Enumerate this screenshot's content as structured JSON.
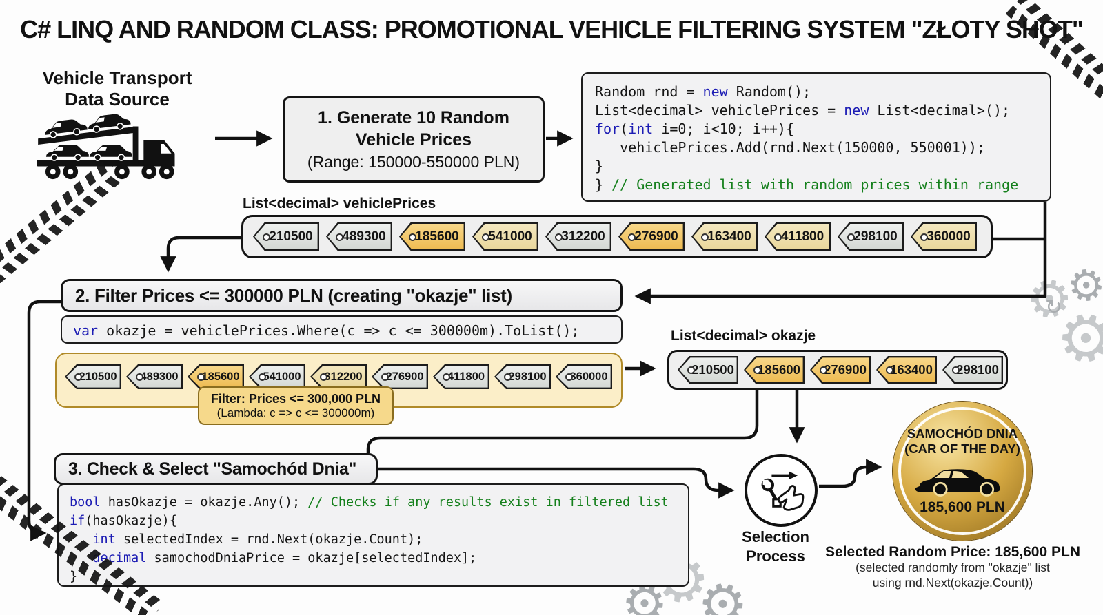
{
  "title": "C# LINQ AND RANDOM CLASS: PROMOTIONAL VEHICLE FILTERING SYSTEM \"ZŁOTY SHOT\"",
  "colors": {
    "panel_gray": "#efefef",
    "keyword_blue": "#1c1cb4",
    "comment_green": "#15801c",
    "tag_silver": "#d4d8d4",
    "tag_gold": "#eebb52",
    "tag_tan": "#e9d79c",
    "filter_bg": "#f6d98b",
    "filter_panel_bg": "#fbeec8",
    "badge_gold_light": "#f8e5a4",
    "badge_gold_mid": "#d6a942",
    "badge_gold_dark": "#8d681b"
  },
  "source": {
    "line1": "Vehicle Transport",
    "line2": "Data Source"
  },
  "step1": {
    "line1": "1. Generate 10 Random",
    "line2": "Vehicle Prices",
    "line3": "(Range: 150000-550000 PLN)"
  },
  "code1": {
    "lines": [
      [
        {
          "t": "Random rnd = ",
          "c": "p"
        },
        {
          "t": "new",
          "c": "k"
        },
        {
          "t": " Random();",
          "c": "p"
        }
      ],
      [
        {
          "t": "List<decimal> vehiclePrices = ",
          "c": "p"
        },
        {
          "t": "new",
          "c": "k"
        },
        {
          "t": " List<decimal>();",
          "c": "p"
        }
      ],
      [
        {
          "t": "for",
          "c": "k"
        },
        {
          "t": "(",
          "c": "p"
        },
        {
          "t": "int",
          "c": "k"
        },
        {
          "t": " i=0; i<10; i++){",
          "c": "p"
        }
      ],
      [
        {
          "t": "   vehiclePrices.Add(rnd.Next(150000, 550001));",
          "c": "p"
        }
      ],
      [
        {
          "t": "}",
          "c": "p"
        }
      ],
      [
        {
          "t": "} ",
          "c": "p"
        },
        {
          "t": "// Generated list with random prices within range",
          "c": "c"
        }
      ]
    ]
  },
  "vehicle_prices": {
    "label": "List<decimal> vehiclePrices",
    "tags": [
      {
        "value": "210500",
        "color": "silver"
      },
      {
        "value": "489300",
        "color": "silver"
      },
      {
        "value": "185600",
        "color": "gold"
      },
      {
        "value": "541000",
        "color": "tan"
      },
      {
        "value": "312200",
        "color": "silver"
      },
      {
        "value": "276900",
        "color": "gold"
      },
      {
        "value": "163400",
        "color": "tan"
      },
      {
        "value": "411800",
        "color": "tan"
      },
      {
        "value": "298100",
        "color": "silver"
      },
      {
        "value": "360000",
        "color": "tan"
      }
    ]
  },
  "step2": {
    "title": "2. Filter Prices <= 300000 PLN (creating \"okazje\" list)"
  },
  "code2": {
    "lines": [
      [
        {
          "t": "var",
          "c": "k"
        },
        {
          "t": " okazje = vehiclePrices.Where(c => c <= 300000m).ToList();",
          "c": "p"
        }
      ]
    ]
  },
  "filtered_row": {
    "tags": [
      {
        "value": "210500",
        "color": "silver"
      },
      {
        "value": "489300",
        "color": "silver"
      },
      {
        "value": "185600",
        "color": "gold"
      },
      {
        "value": "541000",
        "color": "silver"
      },
      {
        "value": "312200",
        "color": "tan"
      },
      {
        "value": "276900",
        "color": "silver"
      },
      {
        "value": "411800",
        "color": "silver"
      },
      {
        "value": "298100",
        "color": "silver"
      },
      {
        "value": "360000",
        "color": "silver"
      }
    ]
  },
  "filter_note": {
    "line1": "Filter: Prices <= 300,000 PLN",
    "line2": "(Lambda: c => c <= 300000m)"
  },
  "okazje": {
    "label": "List<decimal> okazje",
    "tags": [
      {
        "value": "210500",
        "color": "silver"
      },
      {
        "value": "185600",
        "color": "gold"
      },
      {
        "value": "276900",
        "color": "gold"
      },
      {
        "value": "163400",
        "color": "gold"
      },
      {
        "value": "298100",
        "color": "silver"
      }
    ]
  },
  "step3": {
    "title": "3. Check & Select \"Samochód Dnia\""
  },
  "code3": {
    "lines": [
      [
        {
          "t": "bool",
          "c": "k"
        },
        {
          "t": " hasOkazje = okazje.Any(); ",
          "c": "p"
        },
        {
          "t": "// Checks if any results exist in filtered list",
          "c": "c"
        }
      ],
      [
        {
          "t": "if",
          "c": "k"
        },
        {
          "t": "(hasOkazje){",
          "c": "p"
        }
      ],
      [
        {
          "t": "   ",
          "c": "p"
        },
        {
          "t": "int",
          "c": "k"
        },
        {
          "t": " selectedIndex = rnd.Next(okazje.Count);",
          "c": "p"
        }
      ],
      [
        {
          "t": "   ",
          "c": "p"
        },
        {
          "t": "decimal",
          "c": "k"
        },
        {
          "t": " samochodDniaPrice = okazje[selectedIndex];",
          "c": "p"
        }
      ],
      [
        {
          "t": "}",
          "c": "p"
        }
      ]
    ]
  },
  "selection": {
    "line1": "Selection",
    "line2": "Process"
  },
  "badge": {
    "line1": "SAMOCHÓD DNIA",
    "line2": "(CAR OF THE DAY)",
    "price": "185,600 PLN"
  },
  "result": {
    "line1": "Selected Random Price: 185,600 PLN",
    "line2": "(selected randomly from \"okazje\" list",
    "line3": "using rnd.Next(okazje.Count))"
  }
}
